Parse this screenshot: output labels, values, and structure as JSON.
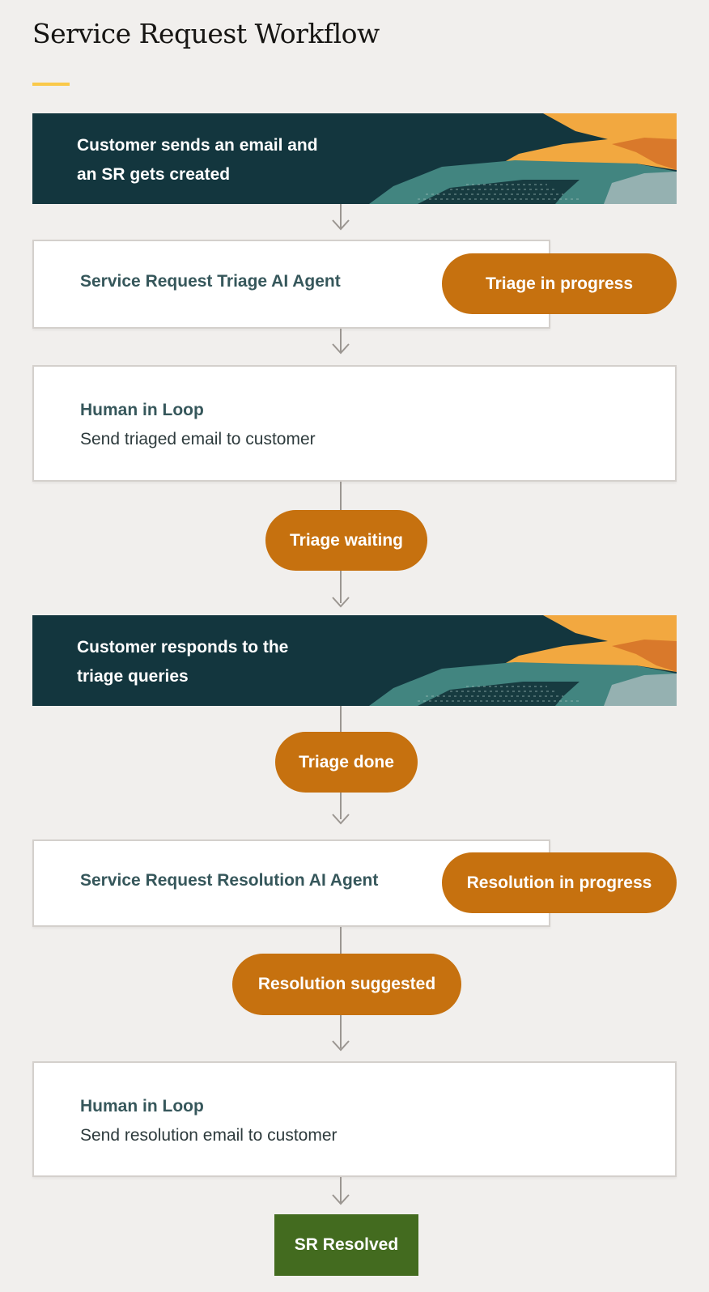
{
  "title": "Service Request Workflow",
  "colors": {
    "banner": "#13363e",
    "pill": "#c6710f",
    "resolved": "#436b1f",
    "accent": "#fac94a",
    "heading": "#36575b"
  },
  "steps": {
    "email_created": "Customer sends an email and an SR gets created",
    "triage_agent": "Service Request Triage AI Agent",
    "triage_in_progress": "Triage in progress",
    "human1_title": "Human in Loop",
    "human1_desc": "Send triaged email to customer",
    "triage_waiting": "Triage waiting",
    "customer_responds": "Customer responds to the triage queries",
    "triage_done": "Triage done",
    "resolution_agent": "Service Request Resolution AI Agent",
    "resolution_in_progress": "Resolution in progress",
    "resolution_suggested": "Resolution suggested",
    "human2_title": "Human in Loop",
    "human2_desc": "Send resolution email to customer",
    "sr_resolved": "SR Resolved"
  }
}
